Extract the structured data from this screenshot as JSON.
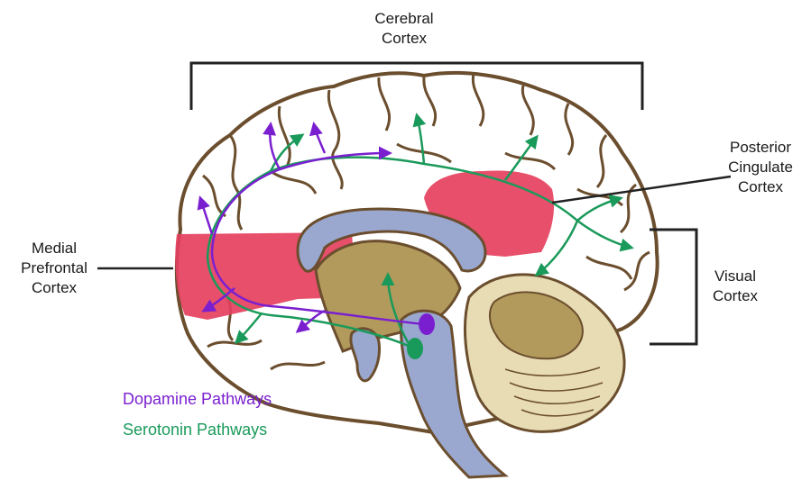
{
  "labels": {
    "cerebral": [
      "Cerebral",
      "Cortex"
    ],
    "posterior": [
      "Posterior",
      "Cingulate",
      "Cortex"
    ],
    "medial": [
      "Medial",
      "Prefrontal",
      "Cortex"
    ],
    "visual": [
      "Visual",
      "Cortex"
    ]
  },
  "legend": {
    "dopamine": "Dopamine Pathways",
    "serotonin": "Serotonin Pathways"
  },
  "colors": {
    "dopamine": "#7a1fd0",
    "serotonin": "#1a9a5a",
    "highlight": "#e5405e",
    "brainstem": "#9aa8cf",
    "tan": "#b29a5c",
    "outline": "#6b4e2e"
  }
}
